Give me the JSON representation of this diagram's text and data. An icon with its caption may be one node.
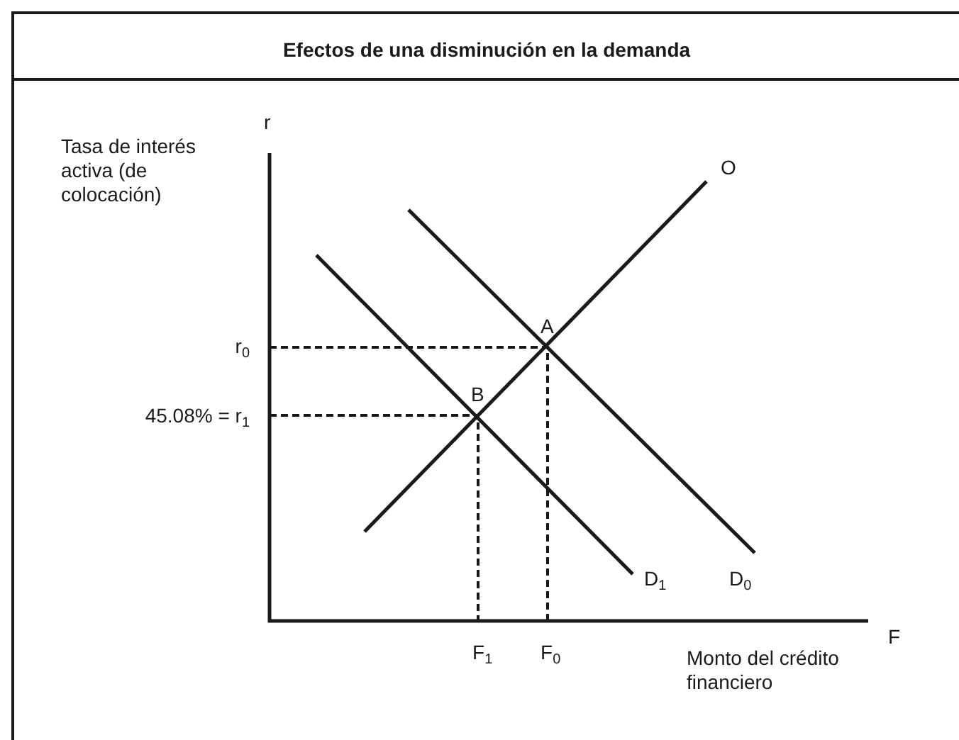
{
  "diagram": {
    "title": "Efectos de una disminución en la demanda",
    "labels": [
      "r",
      "Tasa de interés activa (de colocación)",
      "O",
      "A",
      "r$_{0}$",
      "45.08% = r$_{1}$",
      "B",
      "D$_{1}$",
      "D$_{0}$",
      "F",
      "F$_{1}$",
      "F$_{0}$",
      "Monto del crédito financiero"
    ]
  }
}
